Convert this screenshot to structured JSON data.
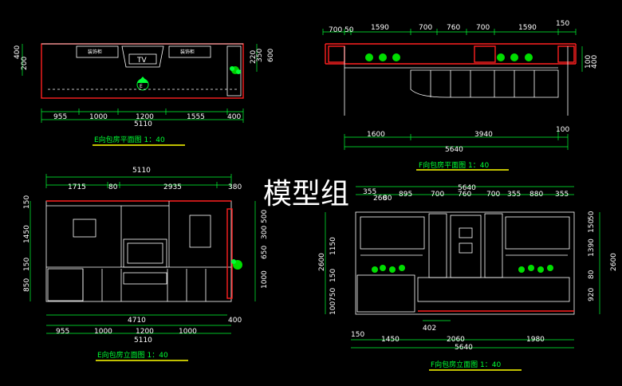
{
  "watermark": "模型组",
  "views": [
    {
      "caption": "E向包房平面图 1：40",
      "top_dims": [],
      "bottom_dims": [
        "955",
        "1000",
        "1200",
        "1555",
        "400"
      ],
      "total": "5110",
      "left_dims": [
        "400",
        "200"
      ],
      "right_dims": [
        "220",
        "350",
        "600"
      ],
      "labels": {
        "tv": "TV",
        "cab_left": "装饰柜",
        "cab_right": "装饰柜",
        "marker": "E"
      }
    },
    {
      "caption": "F向包房平面图 1：40",
      "top_dims": [
        "700",
        "50",
        "1590",
        "700",
        "760",
        "700",
        "1590",
        "150"
      ],
      "bottom_dims": [
        "1600",
        "3940",
        "100"
      ],
      "total": "5640",
      "right_dims": [
        "100",
        "400"
      ]
    },
    {
      "caption": "E向包房立面图 1：40",
      "top_total": "5110",
      "top_dims": [
        "1715",
        "80",
        "2935",
        "380"
      ],
      "bottom_dims": [
        "955",
        "1000",
        "1200",
        "1000"
      ],
      "bottom_sub": "4710",
      "bottom_right": "400",
      "total": "5110",
      "left_dims": [
        "150",
        "1450",
        "150",
        "850"
      ],
      "right_dims": [
        "500",
        "300",
        "650",
        "1000"
      ]
    },
    {
      "caption": "F向包房立面图 1：40",
      "top_total": "5640",
      "top_dims": [
        "355",
        "260",
        "80",
        "895",
        "700",
        "760",
        "700",
        "355",
        "880",
        "355"
      ],
      "bottom_dims": [
        "150",
        "1450",
        "2060",
        "1980"
      ],
      "bottom_sub": "402",
      "total": "5640",
      "left_dims": [
        "1150",
        "2600",
        "150",
        "750",
        "100"
      ],
      "right_dims": [
        "50",
        "150",
        "1390",
        "2600",
        "80",
        "920"
      ]
    }
  ]
}
